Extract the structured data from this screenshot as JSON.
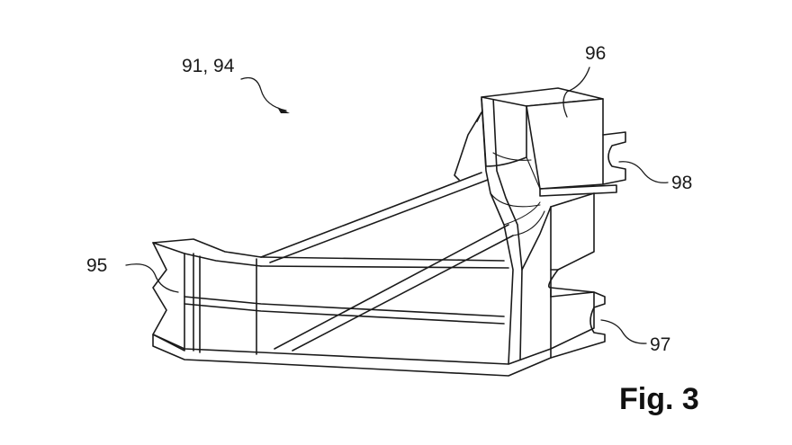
{
  "figure": {
    "caption": "Fig. 3",
    "labels": {
      "assembly": "91, 94",
      "part_95": "95",
      "part_96": "96",
      "part_97": "97",
      "part_98": "98"
    }
  },
  "colors": {
    "ink": "#1a1a1a",
    "paper": "#ffffff"
  }
}
